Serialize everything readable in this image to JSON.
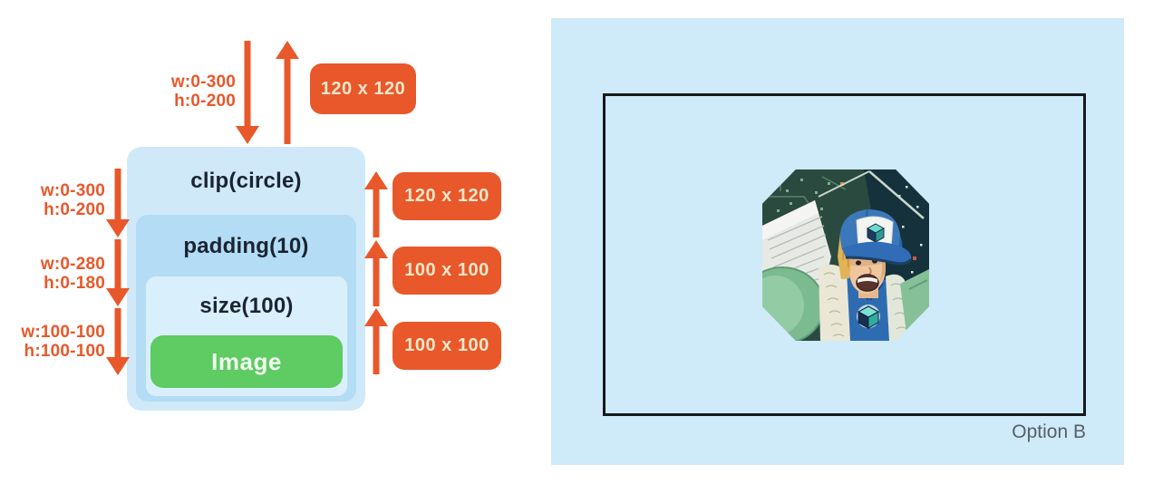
{
  "colors": {
    "accent_orange": "#e8582b",
    "badge_text": "#f6e7c9",
    "panel_blue": "#cfeaf8",
    "clip_box_blue": "#cfe9f8",
    "padding_box_blue": "#b4dcf4",
    "size_box_blue": "#daeffc",
    "image_green": "#5ecb63",
    "label_dark": "#1a2433",
    "caption_gray": "#565f66"
  },
  "diagram": {
    "clip_label": "clip(circle)",
    "padding_label": "padding(10)",
    "size_label": "size(100)",
    "image_label": "Image",
    "annotations": {
      "top": {
        "w": "w:0-300",
        "h": "h:0-200",
        "size": "120 x 120"
      },
      "left": [
        {
          "w": "w:0-300",
          "h": "h:0-200"
        },
        {
          "w": "w:0-280",
          "h": "h:0-180"
        },
        {
          "w": "w:100-100",
          "h": "h:100-100"
        }
      ],
      "right": [
        "120 x 120",
        "100 x 100",
        "100 x 100"
      ]
    },
    "icons": {
      "down_arrow": "↓",
      "up_arrow": "↑"
    }
  },
  "preview": {
    "caption": "Option B"
  }
}
